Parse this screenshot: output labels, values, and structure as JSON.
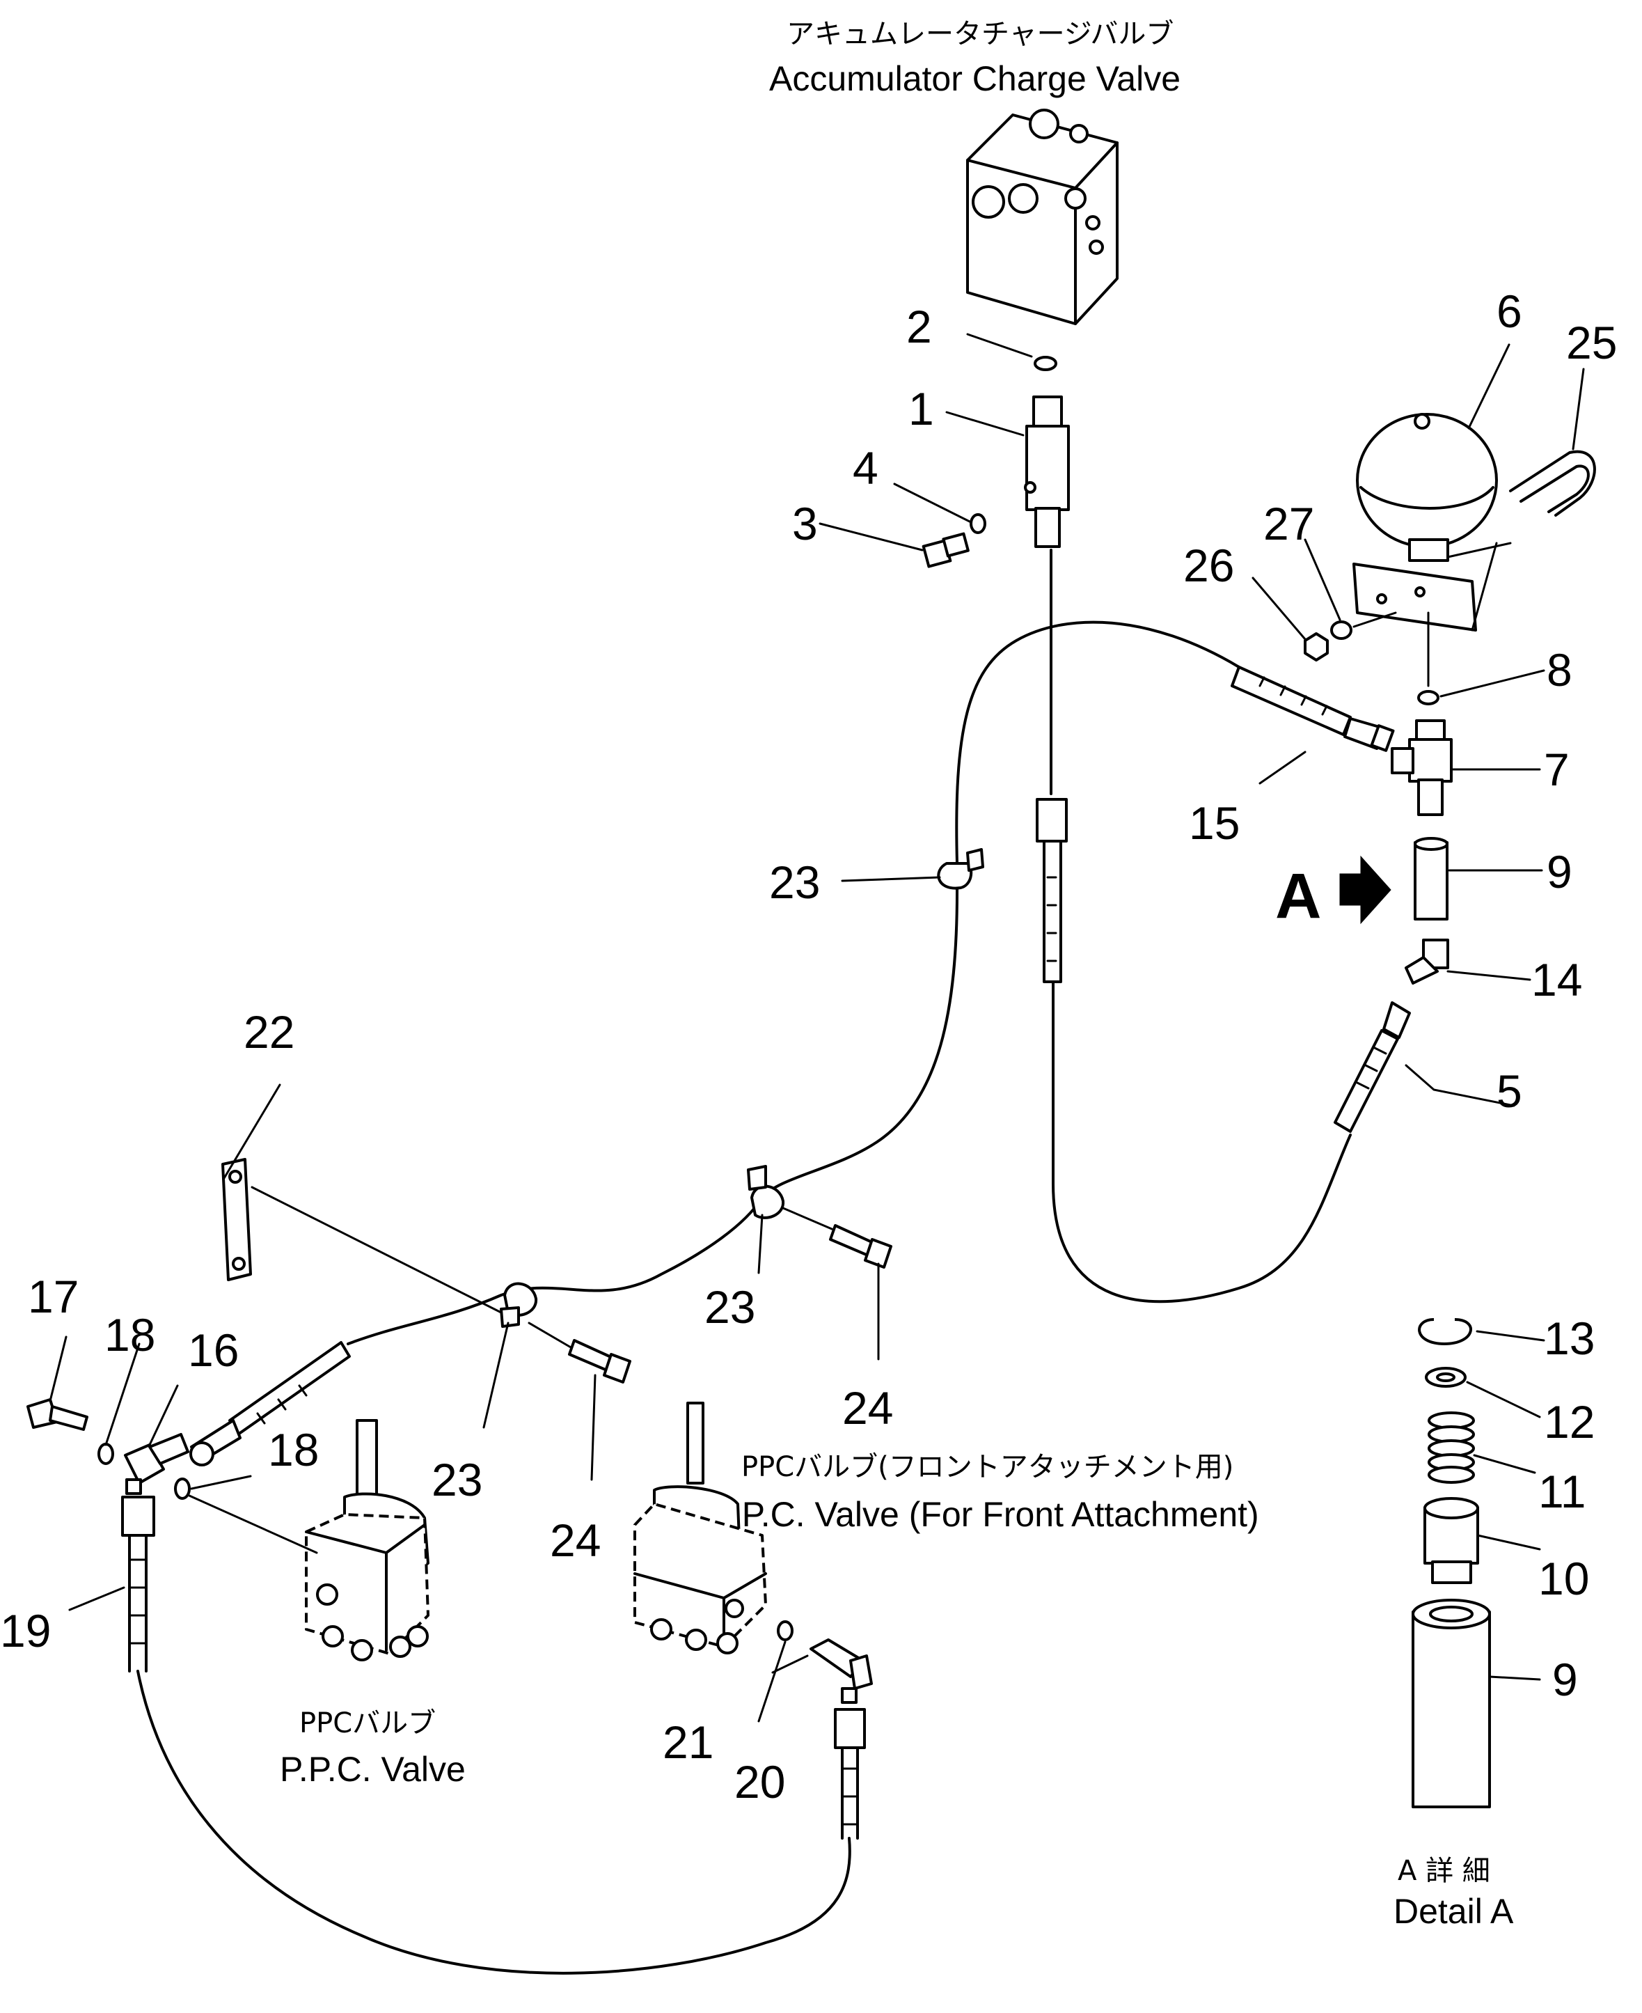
{
  "captions": {
    "accumulator_charge_valve_jp": "アキュムレータチャージバルブ",
    "accumulator_charge_valve_en": "Accumulator Charge Valve",
    "ppc_front_jp": "PPCバルブ(フロントアタッチメント用)",
    "ppc_front_en": "P.P.C. Valve (For Front Attachment)",
    "ppc_jp": "PPCバルブ",
    "ppc_en": "P.P.C. Valve",
    "detail_a_jp": "A 詳 細",
    "detail_a_en": "Detail A",
    "view_marker": "A"
  },
  "callouts": {
    "c1": "1",
    "c2": "2",
    "c3": "3",
    "c4": "4",
    "c5": "5",
    "c6": "6",
    "c7": "7",
    "c8": "8",
    "c9a": "9",
    "c9b": "9",
    "c10": "10",
    "c11": "11",
    "c12": "12",
    "c13": "13",
    "c14": "14",
    "c15": "15",
    "c16": "16",
    "c17": "17",
    "c18a": "18",
    "c18b": "18",
    "c19": "19",
    "c20": "20",
    "c21": "21",
    "c22": "22",
    "c23a": "23",
    "c23b": "23",
    "c23c": "23",
    "c24a": "24",
    "c24b": "24",
    "c25": "25",
    "c26": "26",
    "c27": "27"
  }
}
